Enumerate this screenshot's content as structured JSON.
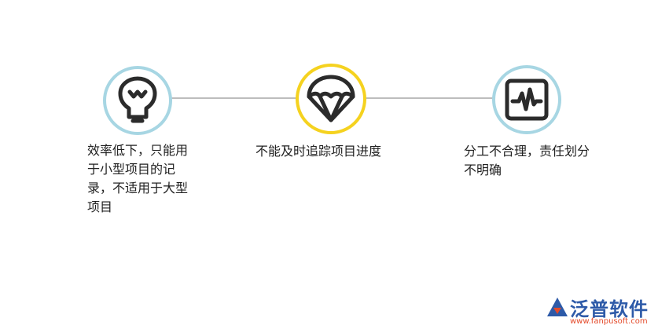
{
  "steps": [
    {
      "icon": "lightbulb-icon",
      "ring_color": "#a7d6e3",
      "caption": "效率低下，只能用于小型项目的记录，不适用于大型项目"
    },
    {
      "icon": "parachute-icon",
      "ring_color": "#f5d21f",
      "caption": "不能及时追踪项目进度"
    },
    {
      "icon": "heart-monitor-icon",
      "ring_color": "#a7d6e3",
      "caption": "分工不合理，责任划分不明确"
    }
  ],
  "connector_color": "#bdbdbd",
  "icon_stroke_color": "#2b2b2b",
  "logo": {
    "name": "泛普软件",
    "url": "www.fanpusoft.com",
    "color_primary": "#2d5aa8",
    "color_accent": "#e44a2a"
  }
}
